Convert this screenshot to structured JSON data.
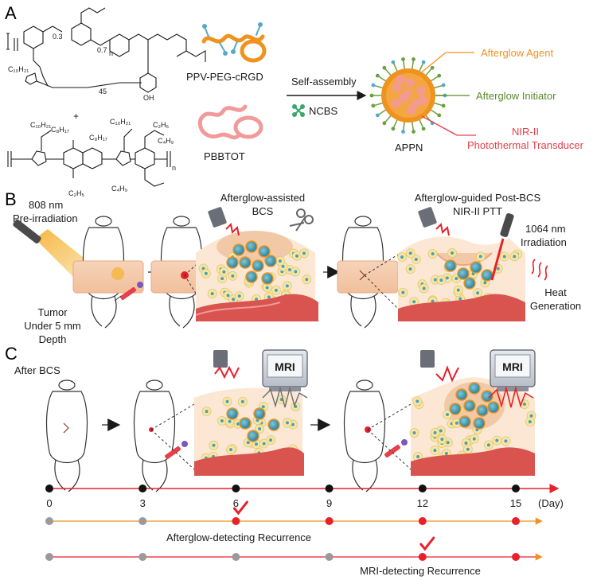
{
  "panels": {
    "a": "A",
    "b": "B",
    "c": "C"
  },
  "panel_a": {
    "ppv_peg_crgd": "PPV-PEG-cRGD",
    "pbbtot": "PBBTOT",
    "plus": "+",
    "self_assembly": "Self-assembly",
    "ncbs": "NCBS",
    "appn": "APPN",
    "afterglow_agent": "Afterglow Agent",
    "afterglow_initiator": "Afterglow Initiator",
    "nir_line1": "NIR-II",
    "nir_line2": "Photothermal Transducer",
    "chem": {
      "c10h21_a": "C₁₀H₂₁",
      "sub_03": "0.3",
      "sub_07": "0.7",
      "sub_45": "45",
      "n1": "n",
      "n2": "n",
      "oh": "OH",
      "c10h21_b": "C₁₀H₂₁",
      "c8h17_a": "C₈H₁₇",
      "c10h21_c": "C₁₀H₂₁",
      "c8h17_b": "C₈H₁₇",
      "c2h5_a": "C₂H₅",
      "c4h9_a": "C₄H₉",
      "c2h5_b": "C₂H₅",
      "c4h9_b": "C₄H₉"
    }
  },
  "panel_b": {
    "preirr_line1": "808 nm",
    "preirr_line2": "Pre-irradiation",
    "tumor_line1": "Tumor",
    "tumor_line2": "Under 5 mm",
    "tumor_line3": "Depth",
    "bcs_line1": "Afterglow-assisted",
    "bcs_line2": "BCS",
    "ptt_line1": "Afterglow-guided Post-BCS",
    "ptt_line2": "NIR-II PTT",
    "irr_line1": "1064 nm",
    "irr_line2": "Irradiation",
    "heat_line1": "Heat",
    "heat_line2": "Generation"
  },
  "panel_c": {
    "after_bcs": "After BCS",
    "mri_1": "MRI",
    "mri_2": "MRI"
  },
  "timeline": {
    "ticks": [
      "0",
      "3",
      "6",
      "9",
      "12",
      "15"
    ],
    "unit": "(Day)",
    "afterglow_label": "Afterglow-detecting Recurrence",
    "mri_label": "MRI-detecting Recurrence",
    "afterglow_row": [
      "grey",
      "grey",
      "red",
      "red",
      "red",
      "red"
    ],
    "mri_row": [
      "grey",
      "grey",
      "grey",
      "grey",
      "red",
      "red"
    ],
    "afterglow_check_day": "6",
    "mri_check_day": "12"
  },
  "colors": {
    "timeline_red": "#e8202a",
    "orange": "#f0921e",
    "green": "#5a8a2a",
    "pink_red": "#e6404a",
    "grey_dot": "#9a9a9a"
  }
}
